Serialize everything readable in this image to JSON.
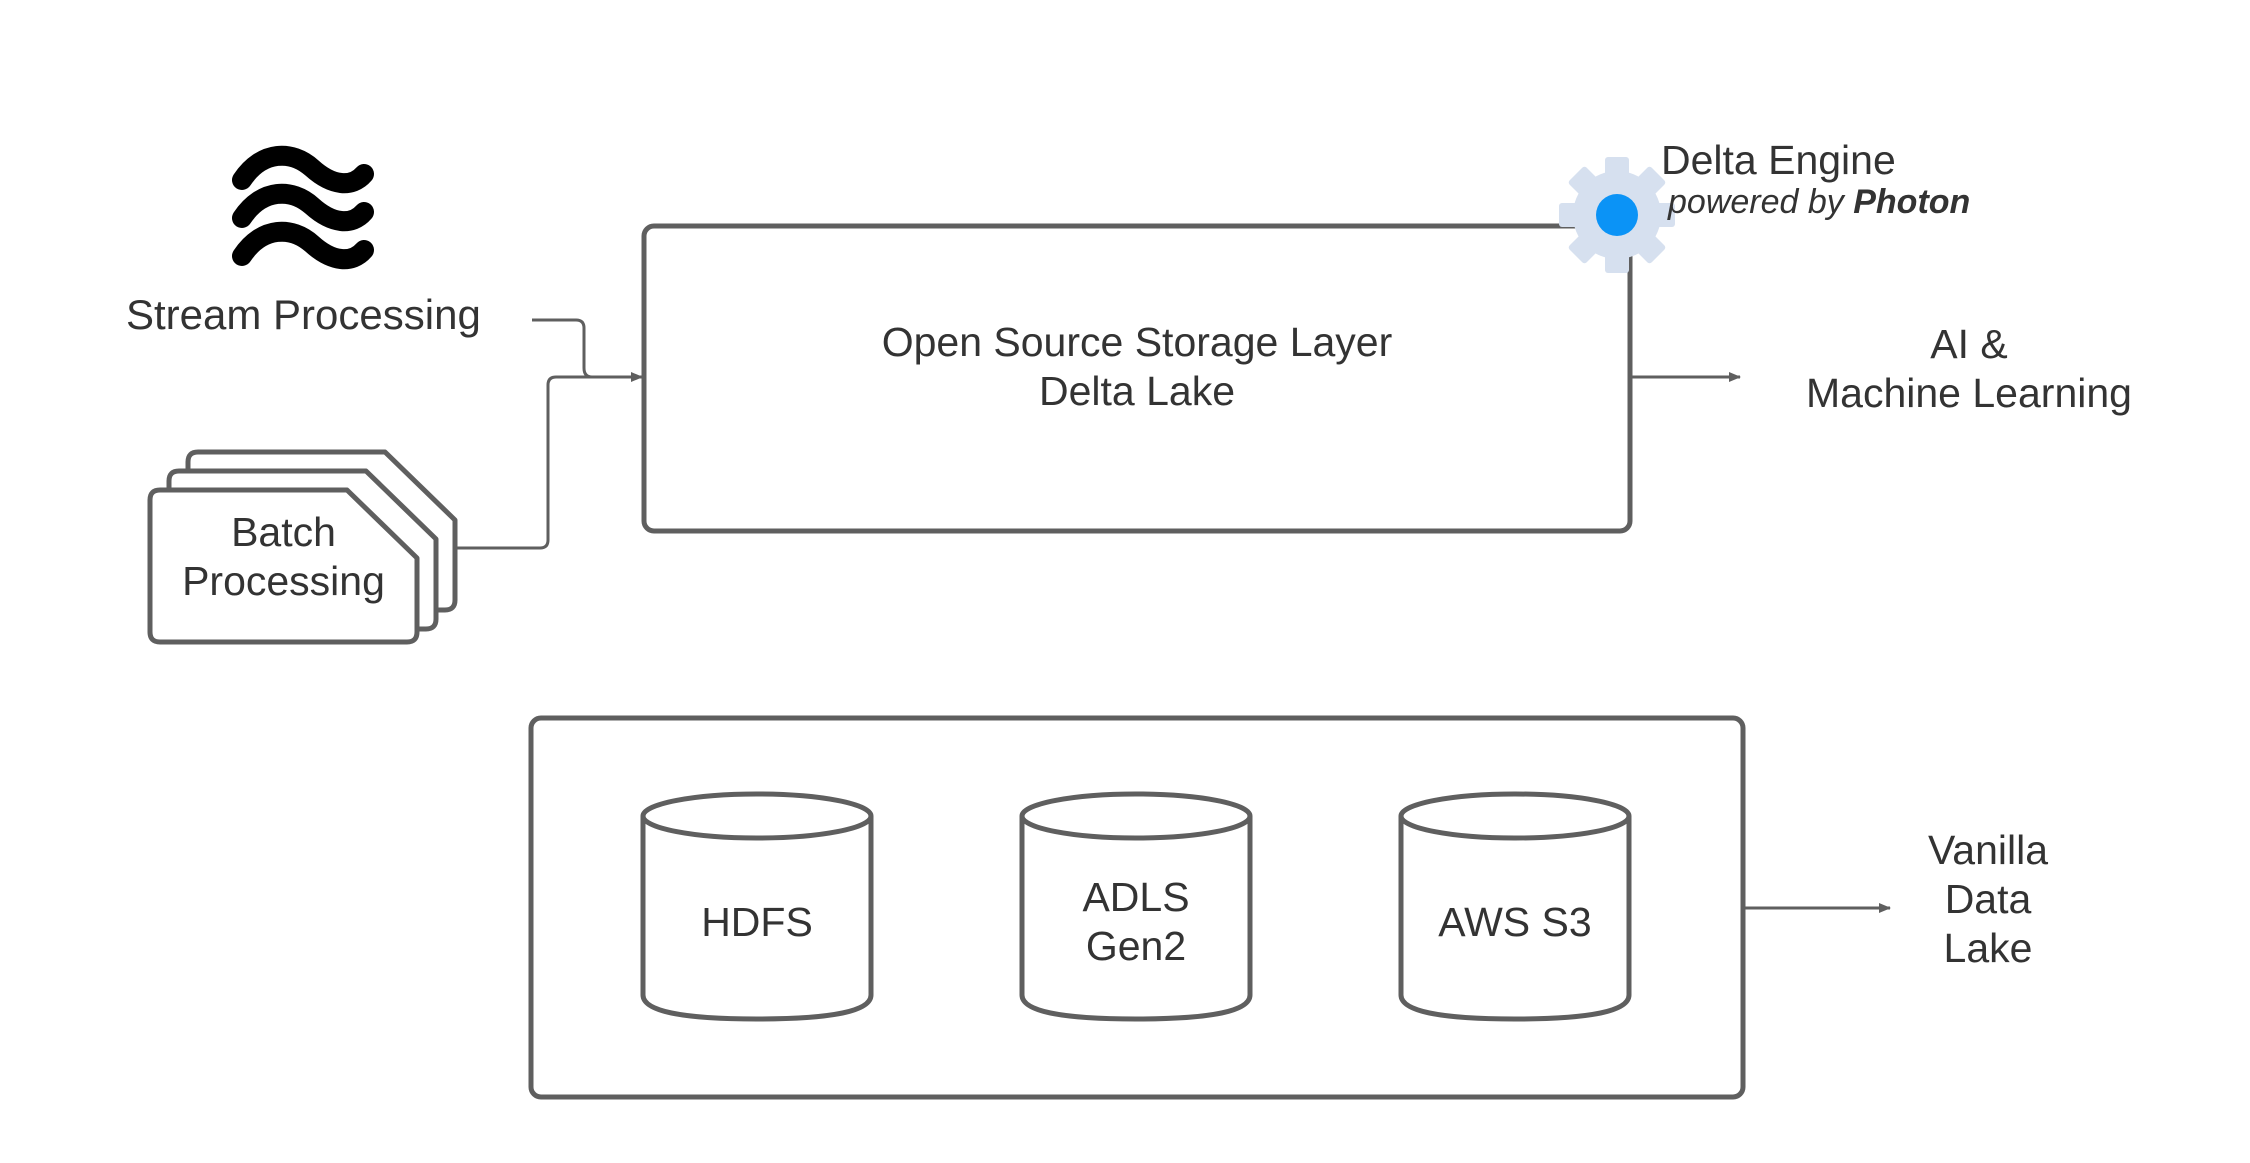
{
  "colors": {
    "stroke": "#5f5f5f",
    "text": "#333333",
    "gear_fill": "#d6e0ef",
    "gear_center": "#0b93f6",
    "icon_black": "#000000"
  },
  "sources": {
    "stream": {
      "label": "Stream Processing",
      "icon": "waves-icon"
    },
    "batch": {
      "label_line1": "Batch",
      "label_line2": "Processing",
      "icon": "stacked-cards-icon"
    }
  },
  "storage_layer": {
    "line1": "Open Source Storage Layer",
    "line2": "Delta Lake"
  },
  "engine": {
    "title": "Delta Engine",
    "subtitle_prefix": "powered by",
    "subtitle_brand": "Photon",
    "icon": "gear-icon"
  },
  "outputs": {
    "ai": {
      "line1": "AI &",
      "line2": "Machine Learning"
    },
    "vanilla": {
      "line1": "Vanilla",
      "line2": "Data",
      "line3": "Lake"
    }
  },
  "data_stores": [
    {
      "line1": "HDFS",
      "line2": ""
    },
    {
      "line1": "ADLS",
      "line2": "Gen2"
    },
    {
      "line1": "AWS S3",
      "line2": ""
    }
  ]
}
